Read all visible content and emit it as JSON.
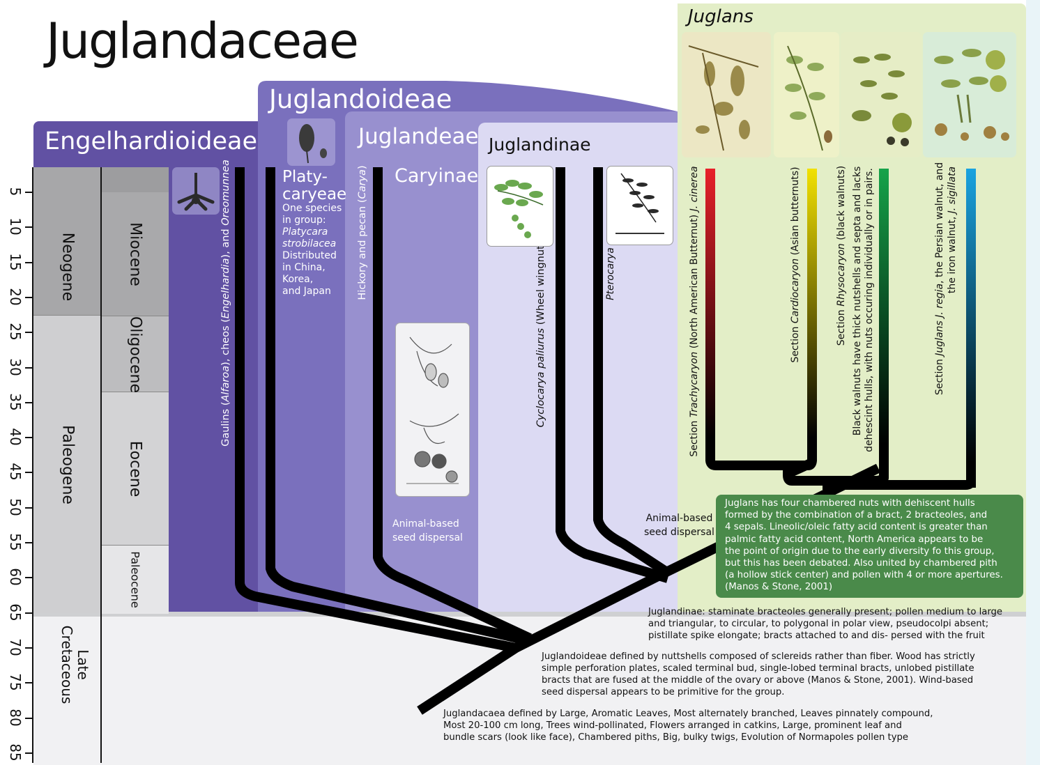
{
  "title": "Juglandaceae",
  "groups": {
    "engelhardioideae": "Engelhardioideae",
    "juglandoideae": "Juglandoideae",
    "juglandeae": "Juglandeae",
    "juglandinae": "Juglandinae",
    "caryinae": "Caryinae",
    "juglans": "Juglans"
  },
  "time_scale": {
    "ticks": [
      "5",
      "10",
      "15",
      "20",
      "25",
      "30",
      "35",
      "40",
      "45",
      "50",
      "55",
      "60",
      "65",
      "70",
      "75",
      "80",
      "85"
    ],
    "periods": [
      "Neogene",
      "Paleogene",
      "Late Cretaceous"
    ],
    "epochs": [
      "Miocene",
      "Oligocene",
      "Eocene",
      "Paleocene"
    ]
  },
  "lineages": {
    "engelhardioideae": "Gaulins (Alfaroa), cheos (Engelhardia), and Oreomunnea",
    "platycarya_title_1": "Platy-",
    "platycarya_title_2": "caryeae",
    "platycarya_desc": [
      "One species",
      "in group:",
      "Platycara",
      "strobilacea",
      "Distributed",
      "in China,",
      "Korea,",
      "and Japan"
    ],
    "carya": "Hickory and pecan (Carya)",
    "cyclocarya": "Cyclocarya paliurus (Wheel wingnut)",
    "pterocarya": "Pterocarya",
    "trachycaryon": "Section Trachycaryon (North American Butternut) J. cinerea",
    "cardiocaryon": "Section Cardiocaryon (Asian butternuts)",
    "rhysocaryon_1": "Section Rhysocaryon (black walnuts)",
    "rhysocaryon_2": "Black walnuts have thick nutshells and septa and lacks",
    "rhysocaryon_3": "dehescint hulls, with nuts occuring individually or in pairs.",
    "juglans_sect_1": "Section Juglans J. regia, the Persian walnut, and",
    "juglans_sect_2": "the iron walnut, J. sigillata"
  },
  "annotations": {
    "animal_dispersal_caryinae": [
      "Animal-based",
      "seed dispersal"
    ],
    "animal_dispersal_juglandinae": [
      "Animal-based",
      "seed dispersal"
    ],
    "juglans_box": [
      "Juglans has four chambered nuts with dehiscent hulls",
      "formed by the  combination of a bract, 2 bracteoles,  and",
      "4 sepals. Lineolic/oleic fatty acid  content is greater than",
      "palmic fatty  acid content, North America appears to be",
      "the point of origin due to the early  diversity fo this group,",
      "but this has been debated.  Also united by chambered pith",
      "(a hollow stick center) and pollen with 4 or more apertures.",
      "(Manos & Stone, 2001)"
    ],
    "juglandinae_note": [
      "Juglandinae: staminate bracteoles generally present; pollen medium to large",
      "and triangular, to circular, to polygonal in polar view, pseudocolpi absent;",
      "pistillate spike elongate; bracts attached to and dis- persed with the fruit"
    ],
    "juglandoideae_note": [
      "Juglandoideae defined by nuttshells composed of sclereids rather than fiber. Wood has strictly",
      "simple perforation plates, scaled terminal bud, single-lobed terminal bracts, unlobed pistillate",
      "bracts that are fused at the middle of the ovary or above (Manos & Stone, 2001). Wind-based",
      "seed dispersal appears to be primitive for the group."
    ],
    "juglandaceae_note": [
      "Juglandacaea defined by Large, Aromatic Leaves, Most alternately branched, Leaves pinnately compound,",
      "Most 20-100 cm long, Trees wind-pollinated, Flowers arranged in catkins, Large, prominent leaf and",
      "bundle scars (look like face), Chambered piths, Big, bulky twigs, Evolution of Normapoles pollen type"
    ]
  },
  "colors": {
    "engelhardioideae": "#6151a3",
    "juglandoideae": "#7a70bd",
    "juglandeae": "#9890cf",
    "juglandinae": "#cdcbec",
    "juglans_bg": "#e3eec7",
    "juglans_box": "#4a8a4a",
    "trachycaryon": "#e8202a",
    "cardiocaryon": "#f2e100",
    "rhysocaryon": "#16a34a",
    "juglans_section": "#1aa3e0"
  }
}
